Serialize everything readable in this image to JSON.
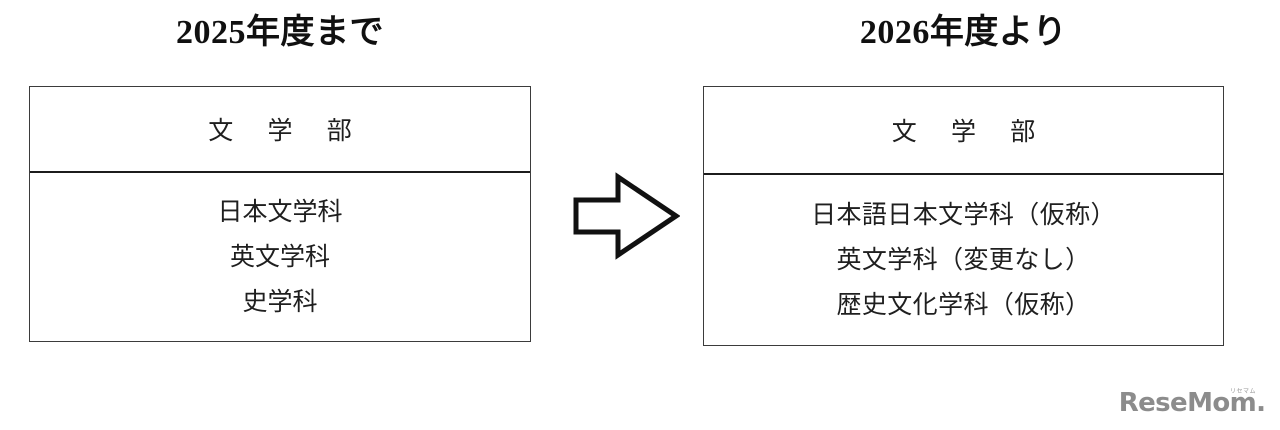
{
  "diagram": {
    "type": "before-after-reorganization-table",
    "arrow": {
      "icon": "right-arrow-outline-icon",
      "direction": "right",
      "fill": "#ffffff",
      "stroke": "#111111"
    },
    "columns": [
      {
        "id": "before",
        "title": "2025年度まで",
        "faculty": "文 学 部",
        "departments": [
          "日本文学科",
          "英文学科",
          "史学科"
        ]
      },
      {
        "id": "after",
        "title": "2026年度より",
        "faculty": "文 学 部",
        "departments": [
          "日本語日本文学科（仮称）",
          "英文学科（変更なし）",
          "歴史文化学科（仮称）"
        ]
      }
    ]
  },
  "watermark": {
    "brand": "ReseMom",
    "ruby": "リセマム",
    "period": "."
  },
  "colors": {
    "background": "#ffffff",
    "text": "#1a1a1a",
    "border": "#3b3b3b",
    "divider": "#1c1c1c",
    "watermark": "#8c8c8c"
  }
}
